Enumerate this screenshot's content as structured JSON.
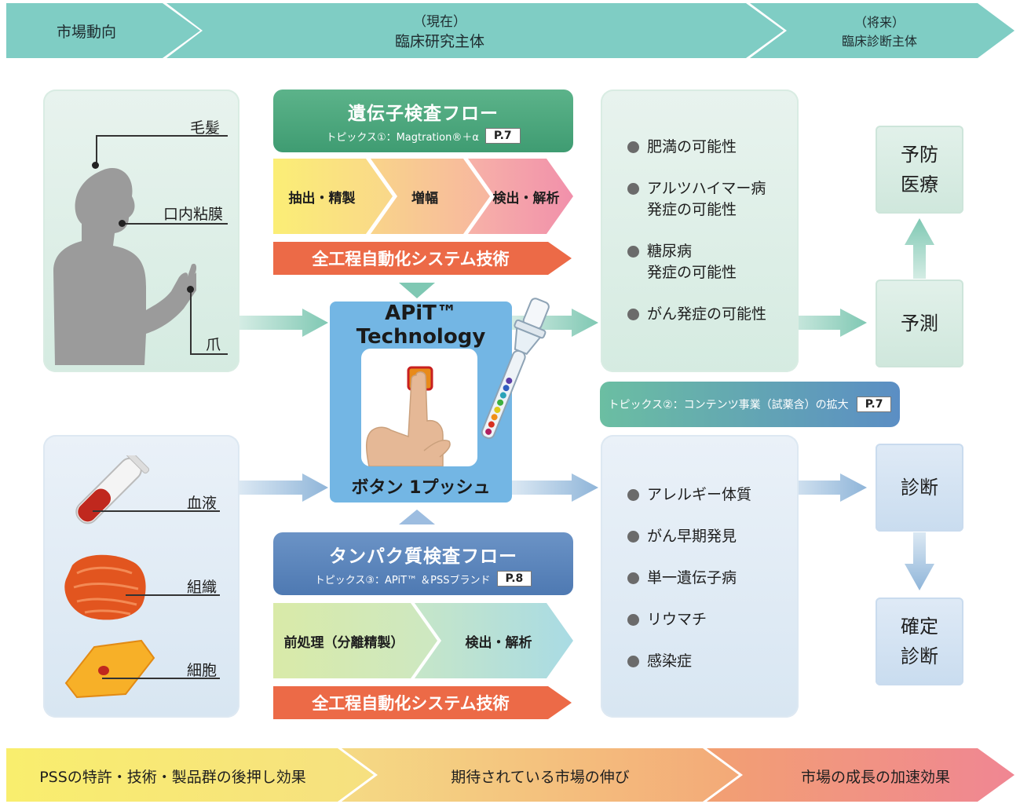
{
  "banner": {
    "market": "市場動向",
    "current_top": "（現在）",
    "current_bottom": "臨床研究主体",
    "future_top": "（将来）",
    "future_bottom": "臨床診断主体"
  },
  "sources_top": {
    "hair": "毛髪",
    "mucosa": "口内粘膜",
    "nail": "爪"
  },
  "sources_bottom": {
    "blood": "血液",
    "tissue": "組織",
    "cell": "細胞"
  },
  "gene_flow": {
    "title": "遺伝子検査フロー",
    "topic": "トピックス①：Magtration®＋α",
    "page": "P.7",
    "steps": [
      "抽出・精製",
      "増幅",
      "検出・解析"
    ],
    "automation": "全工程自動化システム技術"
  },
  "protein_flow": {
    "title": "タンパク質検査フロー",
    "topic": "トピックス③：APiT™ ＆PSSブランド",
    "page": "P.8",
    "steps": [
      "前処理（分離精製）",
      "検出・解析"
    ],
    "automation": "全工程自動化システム技術"
  },
  "center": {
    "title": "APiT™ Technology",
    "caption": "ボタン 1プッシュ"
  },
  "gene_results": [
    [
      "肥満の可能性"
    ],
    [
      "アルツハイマー病",
      "発症の可能性"
    ],
    [
      "糖尿病",
      "発症の可能性"
    ],
    [
      "がん発症の可能性"
    ]
  ],
  "topic2": {
    "text": "トピックス②：コンテンツ事業（試薬含）の拡大",
    "page": "P.7"
  },
  "protein_results": [
    "アレルギー体質",
    "がん早期発見",
    "単一遺伝子病",
    "リウマチ",
    "感染症"
  ],
  "outcomes": {
    "prevent_line1": "予防",
    "prevent_line2": "医療",
    "predict": "予測",
    "diagnose": "診断",
    "confirm_line1": "確定",
    "confirm_line2": "診断"
  },
  "footer": {
    "left": "PSSの特許・技術・製品群の後押し効果",
    "middle": "期待されている市場の伸び",
    "right": "市場の成長の加速効果"
  },
  "colors": {
    "banner": "#7dcdc4",
    "gene_head": "#4aa57c",
    "protein_head": "#5a86bd",
    "automation": "#ea6a4a",
    "center_box": "#72b5e3"
  }
}
